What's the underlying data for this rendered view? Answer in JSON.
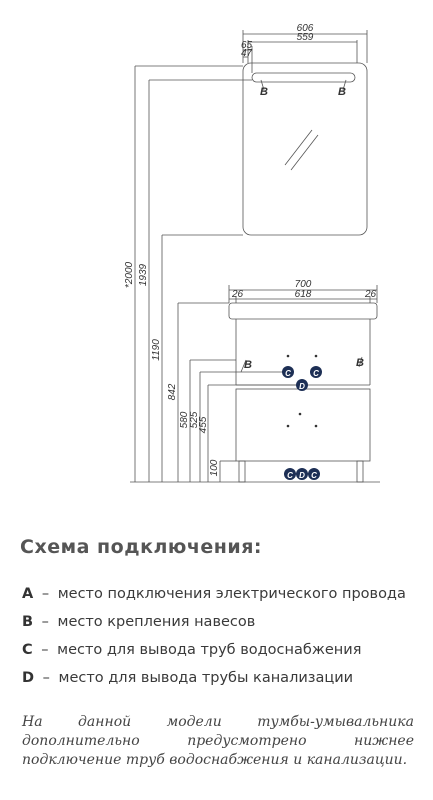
{
  "dimensions": {
    "mirror_total_width": "606",
    "mirror_inner_width": "559",
    "mirror_offset_a": "65",
    "mirror_offset_b": "47",
    "height_total": "*2000",
    "height_mirror_top": "1939",
    "height_mirror_bottom": "1190",
    "height_cabinet_top": "842",
    "height_580": "580",
    "height_525": "525",
    "height_455": "455",
    "height_legs": "100",
    "cabinet_width": "700",
    "cabinet_inner_width": "618",
    "cabinet_side_left": "26",
    "cabinet_side_right": "26"
  },
  "markers": {
    "hanger_mirror_left": "B",
    "hanger_mirror_right": "B",
    "hanger_cabinet_left": "B",
    "hanger_cabinet_right": "B",
    "water_left": "C",
    "water_right": "C",
    "drain_upper": "D",
    "water_bottom_left": "C",
    "drain_bottom": "D",
    "water_bottom_right": "C"
  },
  "title": "Схема подключения:",
  "legend": [
    {
      "key": "A",
      "sep": "–",
      "text": "место подключения электрического провода"
    },
    {
      "key": "B",
      "sep": "–",
      "text": "место крепления навесов"
    },
    {
      "key": "C",
      "sep": "–",
      "text": "место для вывода труб водоснабжения"
    },
    {
      "key": "D",
      "sep": "–",
      "text": "место для вывода трубы канализации"
    }
  ],
  "note": "На данной модели тумбы-умывальника дополнительно предусмотрено нижнее подключение труб водоснабжения и канализации.",
  "colors": {
    "line": "#555555",
    "marker_fill": "#1d2f55",
    "text": "#333333"
  }
}
